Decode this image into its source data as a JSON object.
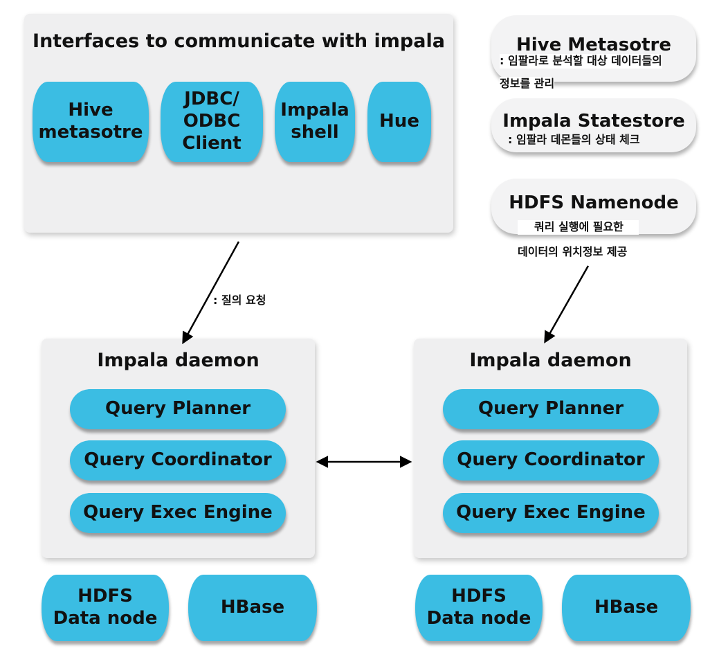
{
  "interfaces": {
    "title": "Interfaces to communicate with impala",
    "items": [
      "Hive\nmetasotre",
      "JDBC/\nODBC\nClient",
      "Impala\nshell",
      "Hue"
    ]
  },
  "services": {
    "hive_metastore": {
      "title": "Hive Metasotre",
      "note_line1": ": 임팔라로 분석할 대상 데이터들의",
      "note_line2": "정보를 관리"
    },
    "statestore": {
      "title": "Impala Statestore",
      "note": ": 임팔라 데몬들의 상태 체크"
    },
    "namenode": {
      "title": "HDFS Namenode",
      "note_line1": "쿼리 실행에 필요한",
      "note_line2": "데이터의 위치정보 제공"
    }
  },
  "query_request_label": ": 질의 요청",
  "daemons": [
    {
      "title": "Impala daemon",
      "components": [
        "Query Planner",
        "Query Coordinator",
        "Query Exec Engine"
      ],
      "storage": [
        "HDFS\nData node",
        "HBase"
      ]
    },
    {
      "title": "Impala daemon",
      "components": [
        "Query Planner",
        "Query Coordinator",
        "Query Exec Engine"
      ],
      "storage": [
        "HDFS\nData node",
        "HBase"
      ]
    }
  ]
}
